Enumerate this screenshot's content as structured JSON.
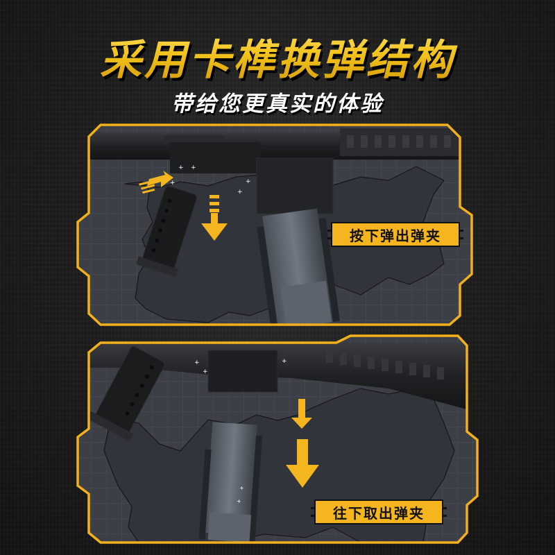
{
  "header": {
    "title": "采用卡榫换弹结构",
    "subtitle": "带给您更真实的体验"
  },
  "panels": [
    {
      "id": "release",
      "label": "按下弹出弹夹",
      "arrows": [
        "press-arrow-diagonal",
        "down-arrow-with-dashes"
      ]
    },
    {
      "id": "remove",
      "label": "往下取出弹夹",
      "arrows": [
        "down-arrow-small",
        "down-arrow-large"
      ]
    }
  ],
  "colors": {
    "accent": "#f4b51e",
    "frame": "#f2b01c",
    "panel_bg": "#3c3f45",
    "grid": "#4e525a",
    "background": "#1c1c1c",
    "title_gold": "#f0c21a"
  }
}
